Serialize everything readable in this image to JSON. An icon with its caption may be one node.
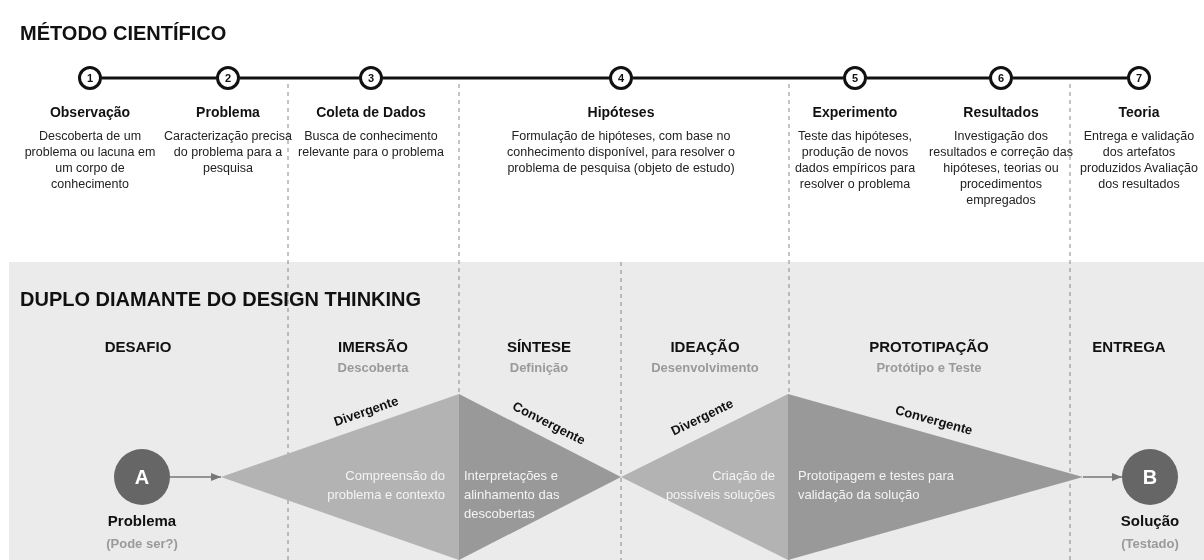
{
  "diagram": {
    "title": "MÉTODO CIENTÍFICO",
    "nodes": [
      {
        "text": [
          "1"
        ],
        "beside": [
          "Observação",
          "Descoberta de um problema ou lacuna em um corpo de conhecimento"
        ]
      },
      {
        "text": [
          "2"
        ],
        "beside": [
          "Problema",
          "Caracterização precisa do problema para a pesquisa"
        ]
      },
      {
        "text": [
          "3"
        ],
        "beside": [
          "Coleta de Dados",
          "Busca de conhecimento relevante para o problema"
        ]
      },
      {
        "text": [
          "4"
        ],
        "beside": [
          "Hipóteses",
          "Formulação de hipóteses, com base no conhecimento disponível, para resolver o problema de pesquisa (objeto de estudo)"
        ]
      },
      {
        "text": [
          "5"
        ],
        "beside": [
          "Experimento",
          "Teste das hipóteses, produção de novos dados empíricos para resolver o problema"
        ]
      },
      {
        "text": [
          "6"
        ],
        "beside": [
          "Resultados",
          "Investigação dos resultados e correção das hipóteses, teorias ou procedimentos empregados"
        ]
      },
      {
        "text": [
          "7"
        ],
        "beside": [
          "Teoria",
          "Entrega e validação dos artefatos produzidos Avaliação dos resultados"
        ]
      },
      {
        "text": [
          "A"
        ],
        "beside": [
          "Problema",
          "(Pode ser?)"
        ]
      },
      {
        "text": [
          "Compreensão do problema e contexto"
        ]
      },
      {
        "text": [
          "Interpretações e alinhamento das descobertas"
        ]
      },
      {
        "text": [
          "Criação de possíveis soluções"
        ]
      },
      {
        "text": [
          "Prototipagem e testes para validação da solução"
        ]
      },
      {
        "text": [
          "B"
        ],
        "beside": [
          "Solução",
          "(Testado)"
        ]
      }
    ],
    "edges": [
      {
        "from": 0,
        "to": 1,
        "arrow": "none"
      },
      {
        "from": 1,
        "to": 2,
        "arrow": "none"
      },
      {
        "from": 2,
        "to": 3,
        "arrow": "none"
      },
      {
        "from": 3,
        "to": 4,
        "arrow": "none"
      },
      {
        "from": 4,
        "to": 5,
        "arrow": "none"
      },
      {
        "from": 5,
        "to": 6,
        "arrow": "none"
      },
      {
        "from": 7,
        "to": 8,
        "arrow": "to",
        "color": "#777777"
      },
      {
        "from": 11,
        "to": 12,
        "arrow": "to",
        "color": "#777777"
      }
    ],
    "labels": [
      "DUPLO DIAMANTE DO DESIGN THINKING",
      "DESAFIO",
      "IMERSÃO",
      "Descoberta",
      "SÍNTESE",
      "Definição",
      "IDEAÇÃO",
      "Desenvolvimento",
      "PROTOTIPAÇÃO",
      "Protótipo e Teste",
      "ENTREGA",
      "Divergente",
      "Convergente",
      "Divergente",
      "Convergente"
    ]
  }
}
